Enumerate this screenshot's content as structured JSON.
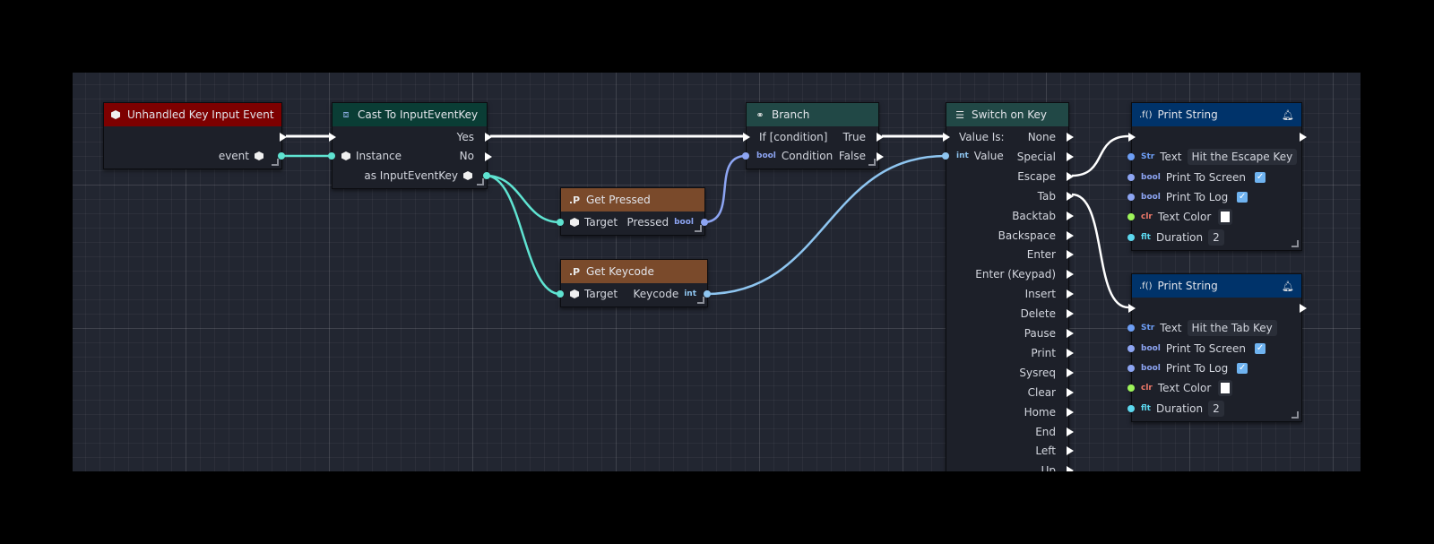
{
  "colors": {
    "event_header": "#7d0000",
    "cast_header": "#0a3d35",
    "branch_header": "#214846",
    "switch_header": "#214846",
    "getter_header": "#7a4a2b",
    "print_header": "#00336a",
    "object_wire": "#5fe3d1",
    "bool_wire": "#8da5f3",
    "int_wire": "#8ec5f0",
    "exec_wire": "#ffffff",
    "str_pin": "#6d9ef5",
    "color_pin": "#9ef55a",
    "float_pin": "#5cd8ef"
  },
  "nodes": {
    "event": {
      "title": "Unhandled Key Input Event",
      "icon": "cube-icon",
      "output": "event"
    },
    "cast": {
      "title": "Cast To InputEventKey",
      "icon": "cast-icon",
      "input": "Instance",
      "yes": "Yes",
      "no": "No",
      "output": "as InputEventKey"
    },
    "get_pressed": {
      "title": "Get Pressed",
      "icon_text": ".P",
      "input": "Target",
      "output": "Pressed",
      "output_type": "bool"
    },
    "get_keycode": {
      "title": "Get Keycode",
      "icon_text": ".P",
      "input": "Target",
      "output": "Keycode",
      "output_type": "int"
    },
    "branch": {
      "title": "Branch",
      "icon": "branch-icon",
      "exec_in": "If [condition]",
      "cond_type": "bool",
      "cond": "Condition",
      "true": "True",
      "false": "False"
    },
    "switch": {
      "title": "Switch on Key",
      "icon": "switch-icon",
      "exec_in": "Value Is:",
      "value_type": "int",
      "value": "Value",
      "outputs": [
        "None",
        "Special",
        "Escape",
        "Tab",
        "Backtab",
        "Backspace",
        "Enter",
        "Enter (Keypad)",
        "Insert",
        "Delete",
        "Pause",
        "Print",
        "Sysreq",
        "Clear",
        "Home",
        "End",
        "Left",
        "Up"
      ]
    },
    "print1": {
      "title": "Print String",
      "icon_text": ".f()",
      "text_label": "Text",
      "text_type": "Str",
      "text_value": "Hit the Escape Key",
      "screen_label": "Print To Screen",
      "screen_checked": true,
      "log_label": "Print To Log",
      "log_checked": true,
      "color_type": "clr",
      "color_label": "Text Color",
      "color_value": "#ffffff",
      "duration_type": "flt",
      "duration_label": "Duration",
      "duration_value": "2",
      "bool_type": "bool"
    },
    "print2": {
      "title": "Print String",
      "icon_text": ".f()",
      "text_label": "Text",
      "text_type": "Str",
      "text_value": "Hit the Tab Key",
      "screen_label": "Print To Screen",
      "screen_checked": true,
      "log_label": "Print To Log",
      "log_checked": true,
      "color_type": "clr",
      "color_label": "Text Color",
      "color_value": "#ffffff",
      "duration_type": "flt",
      "duration_label": "Duration",
      "duration_value": "2",
      "bool_type": "bool"
    }
  }
}
